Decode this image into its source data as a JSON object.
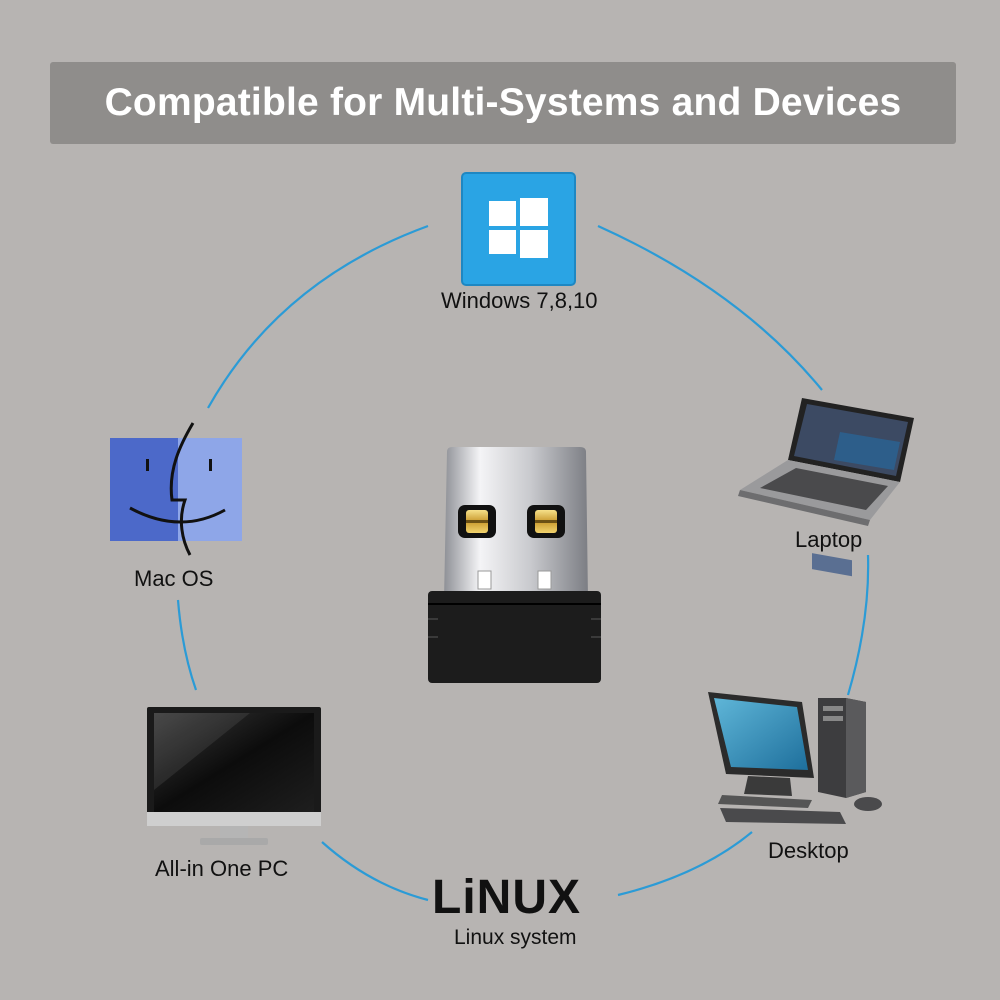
{
  "banner": {
    "title": "Compatible for Multi-Systems and Devices"
  },
  "items": {
    "windows": {
      "label": "Windows 7,8,10",
      "icon": "windows-logo-icon"
    },
    "laptop": {
      "label": "Laptop",
      "icon": "laptop-icon"
    },
    "desktop": {
      "label": "Desktop",
      "icon": "desktop-computer-icon"
    },
    "linux": {
      "logo_text": "LiNUX",
      "label": "Linux system"
    },
    "allinone": {
      "label": "All-in One PC",
      "icon": "monitor-icon"
    },
    "mac": {
      "label": "Mac OS",
      "icon": "mac-finder-icon"
    }
  },
  "center": {
    "icon": "usb-adapter-icon"
  },
  "colors": {
    "background": "#b7b4b2",
    "banner": "#8f8d8b",
    "circle": "#2b9bd6",
    "windows_tile": "#2aa4e4",
    "mac_tile": "#4c69c9"
  }
}
